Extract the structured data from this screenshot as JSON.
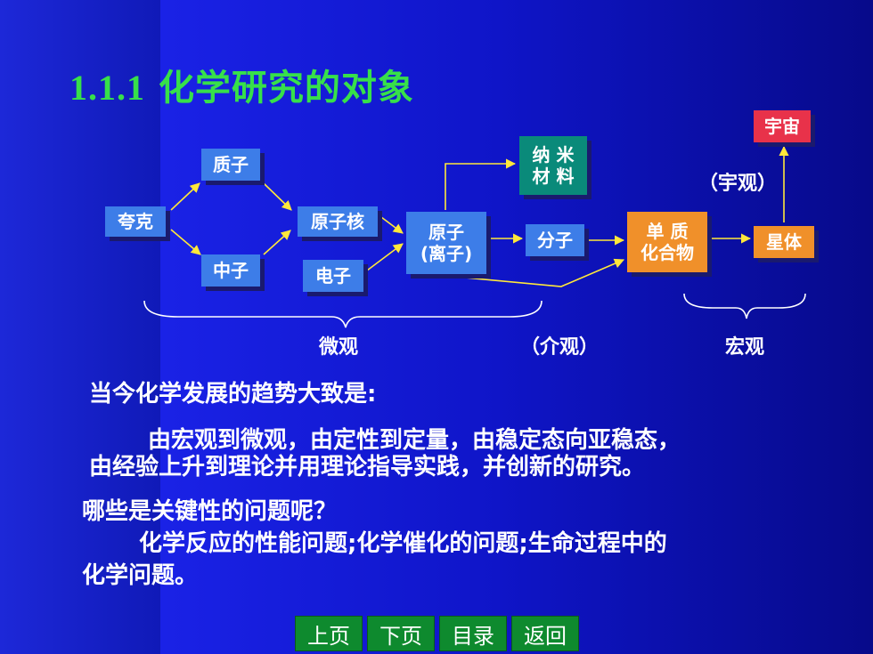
{
  "title": {
    "number": "1.1.1",
    "text": "化学研究的对象"
  },
  "diagram": {
    "quark": "夸克",
    "proton": "质子",
    "neutron": "中子",
    "nucleus": "原子核",
    "electron": "电子",
    "atom_line1": "原子",
    "atom_line2": "(离子)",
    "nano_line1": "纳 米",
    "nano_line2": "材 料",
    "molecule": "分子",
    "simple_line1": "单 质",
    "simple_line2": "化合物",
    "star": "星体",
    "universe": "宇宙",
    "cosmic_label": "（宇观）",
    "micro_label": "微观",
    "meso_label": "（介观）",
    "macro_label": "宏观"
  },
  "body": {
    "trend_heading": "当今化学发展的趋势大致是:",
    "trend_line1": "由宏观到微观，由定性到定量，由稳定态向亚稳态，",
    "trend_line2": "由经验上升到理论并用理论指导实践，并创新的研究。",
    "question": "哪些是关键性的问题呢？",
    "answer_line1": "化学反应的性能问题;化学催化的问题;生命过程中的",
    "answer_line2": "化学问题。"
  },
  "nav": {
    "prev": "上页",
    "next": "下页",
    "toc": "目录",
    "back": "返回"
  },
  "colors": {
    "title": "#37e04a",
    "heading": "#ffe83a",
    "nav_bg": "#0e8a2e"
  }
}
